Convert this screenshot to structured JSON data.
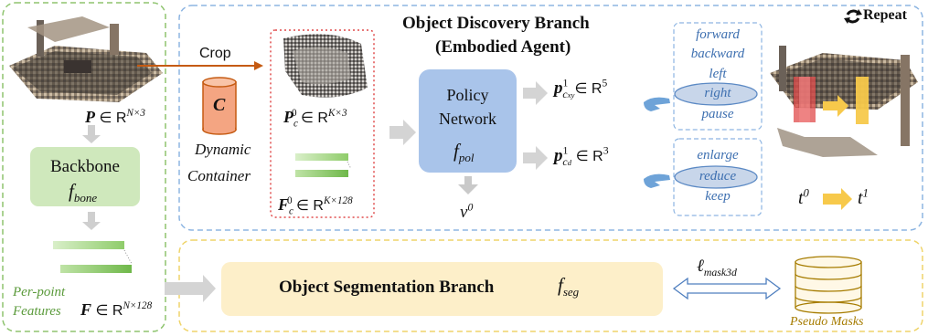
{
  "left": {
    "point_cloud": "P",
    "point_cloud_space": "∈ R",
    "point_cloud_dim": "N×3",
    "backbone_name": "Backbone",
    "backbone_fn": "f",
    "backbone_fn_sub": "bone",
    "features_label_line1": "Per-point",
    "features_label_line2": "Features",
    "features_symbol": "F",
    "features_space": "∈ R",
    "features_dim": "N×128"
  },
  "crop_label": "Crop",
  "container": {
    "symbol": "C",
    "label_line1": "Dynamic",
    "label_line2": "Container"
  },
  "cropped": {
    "points_symbol": "P",
    "points_sub": "c",
    "points_sup": "0",
    "points_space": "∈ R",
    "points_dim": "K×3",
    "feat_symbol": "F",
    "feat_sub": "c",
    "feat_sup": "0",
    "feat_space": "∈ R",
    "feat_dim": "K×128"
  },
  "discovery": {
    "title_line1": "Object Discovery Branch",
    "title_line2": "(Embodied Agent)",
    "repeat_label": "Repeat"
  },
  "policy": {
    "line1": "Policy",
    "line2": "Network",
    "fn": "f",
    "fn_sub": "pol",
    "value": "v",
    "value_sup": "0"
  },
  "outputs": {
    "pxy_symbol": "p",
    "pxy_sup": "1",
    "pxy_sub": "c",
    "pxy_subsub": "xy",
    "pxy_space": "∈ R",
    "pxy_dim": "5",
    "pd_symbol": "p",
    "pd_sup": "1",
    "pd_sub": "c",
    "pd_subsub": "d",
    "pd_space": "∈ R",
    "pd_dim": "3"
  },
  "move_actions": [
    "forward",
    "backward",
    "left",
    "right",
    "pause"
  ],
  "move_selected": "right",
  "size_actions": [
    "enlarge",
    "reduce",
    "keep"
  ],
  "size_selected": "reduce",
  "time": {
    "from": "t",
    "from_sup": "0",
    "to": "t",
    "to_sup": "1"
  },
  "segmentation": {
    "label": "Object Segmentation Branch",
    "fn": "f",
    "fn_sub": "seg",
    "loss": "ℓ",
    "loss_sub": "mask3d",
    "pseudo_masks": "Pseudo Masks"
  },
  "colors": {
    "green_dash": "#8fc46f",
    "blue_dash": "#8db5e2",
    "yellow_dash": "#efd46a",
    "policy_fill": "#a9c4ea",
    "backbone_fill": "#cfe8bc",
    "seg_fill": "#fdefc9",
    "crop_arrow": "#c55a11",
    "container_fill": "#f4a582",
    "db_stroke": "#a67c00",
    "time_arrow": "#f7c94b",
    "red_dots": "#e04b4b"
  }
}
